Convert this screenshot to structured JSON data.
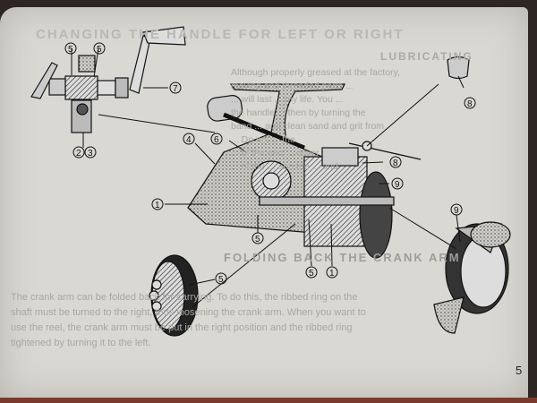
{
  "headings": {
    "changing": "CHANGING THE HANDLE FOR LEFT OR RIGHT",
    "lubricating": "LUBRICATING",
    "crank_arm": "FOLDING BACK THE CRANK ARM"
  },
  "body_text": {
    "lubricating_lines": [
      "Although properly greased at the factory,",
      "moving and threaded parts ...",
      "... will last ... my life. You ...",
      "the handle ... then by turning the",
      "band ... and clean sand and grit from",
      "... Do not ... the",
      "... of the end ... cover",
      "... of the ... and the ... and"
    ],
    "crank_lines": [
      "The crank arm can be folded back for carrying. To do this, the ribbed ring on the",
      "shaft must be turned to the right, thus loosening the crank arm. When you want to",
      "use the reel, the crank arm must be put in the right position and the ribbed ring",
      "tightened by turning it to the left."
    ]
  },
  "callouts": [
    "5",
    "5",
    "7",
    "2",
    "3",
    "4",
    "6",
    "1",
    "5",
    "5",
    "1",
    "8",
    "8",
    "9",
    "9",
    "5"
  ],
  "page_number": "5"
}
